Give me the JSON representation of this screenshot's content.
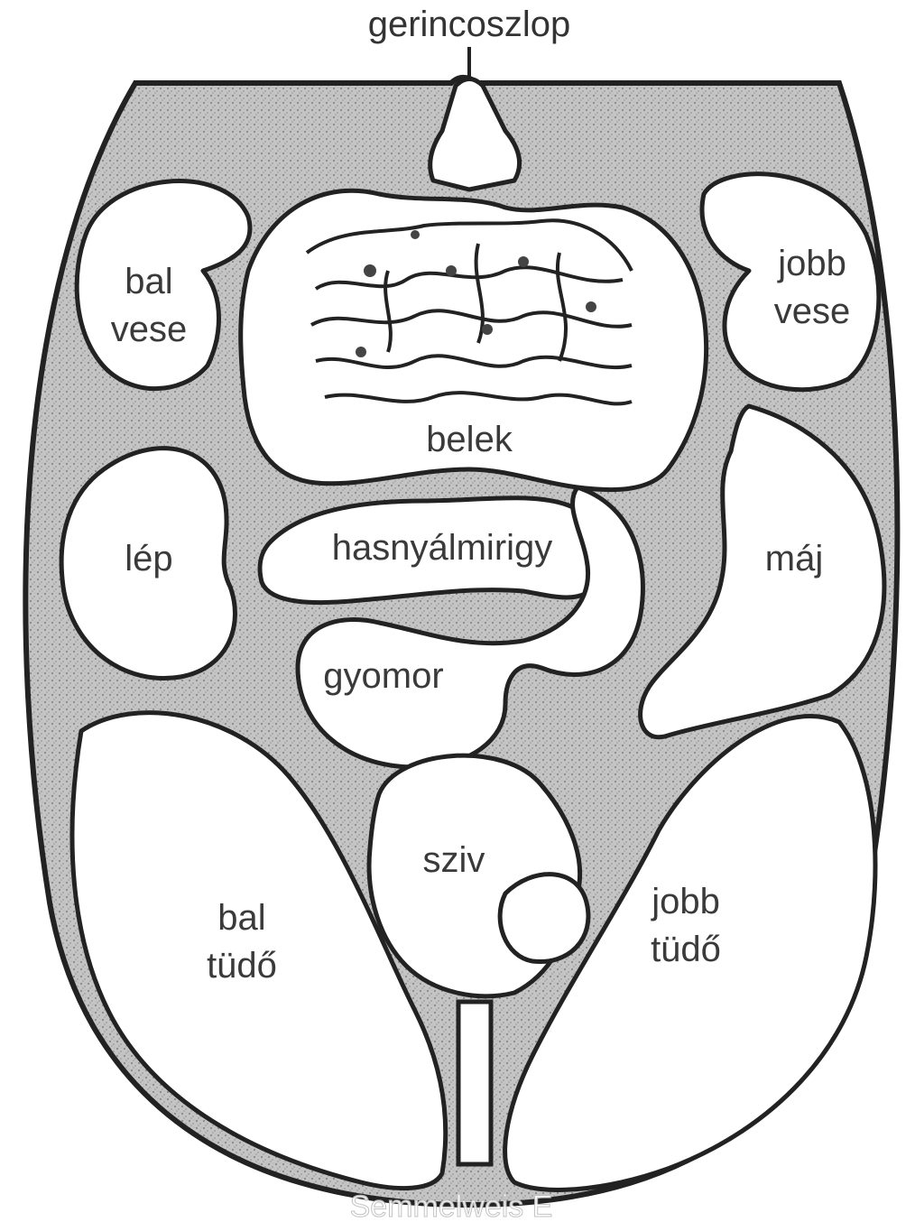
{
  "diagram": {
    "top_label": "gerincoszlop",
    "labels": {
      "bal_vese": [
        "bal",
        "vese"
      ],
      "jobb_vese": [
        "jobb",
        "vese"
      ],
      "belek": "belek",
      "lep": "lép",
      "hasnyalmirigy": "hasnyálmirigy",
      "maj": "máj",
      "gyomor": "gyomor",
      "sziv": "sziv",
      "bal_tudo": [
        "bal",
        "tüdő"
      ],
      "jobb_tudo": [
        "jobb",
        "tüdő"
      ]
    },
    "watermark": "Semmelweis E",
    "colors": {
      "tissue": "#b9b9b9",
      "outline": "#222222",
      "organ_fill": "#ffffff"
    }
  }
}
